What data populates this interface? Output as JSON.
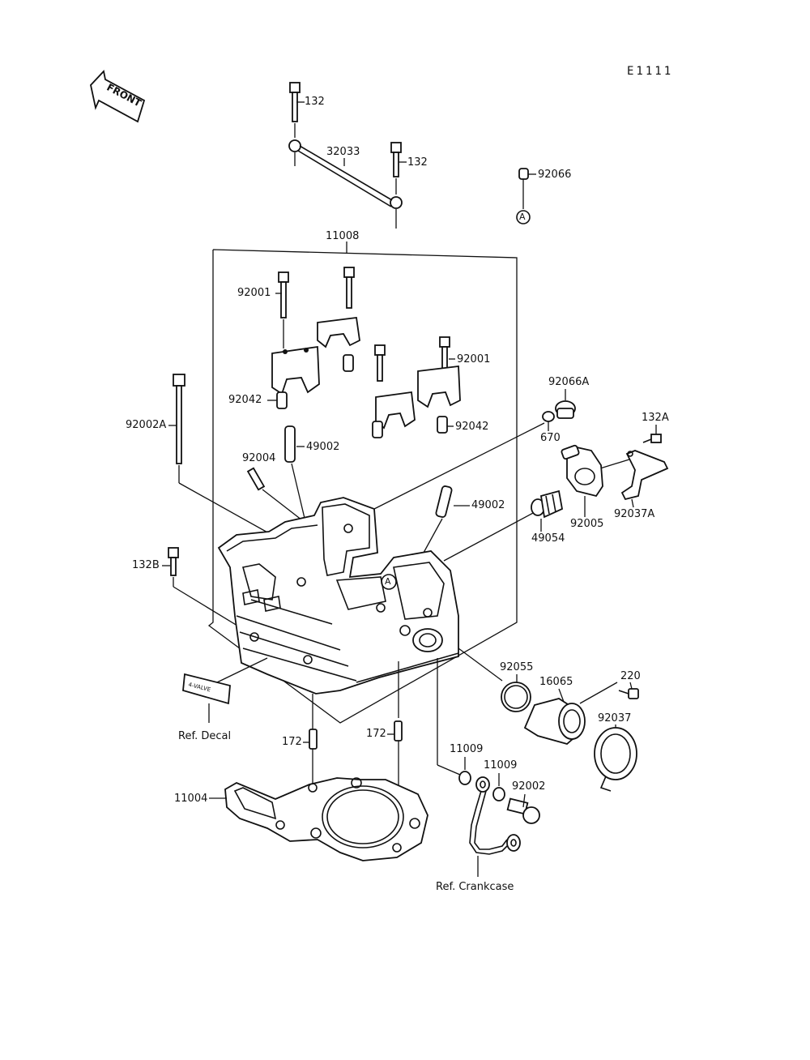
{
  "diagram_code": "E1111",
  "front_arrow": {
    "label": "FRONT"
  },
  "callouts": {
    "a_top": "A",
    "a_head": "A"
  },
  "parts": {
    "p132_a": "132",
    "p32033": "32033",
    "p132_b": "132",
    "p92066": "92066",
    "p11008": "11008",
    "p92001_a": "92001",
    "p92001_b": "92001",
    "p92042_a": "92042",
    "p92042_b": "92042",
    "p92002A": "92002A",
    "p49002_a": "49002",
    "p49002_b": "49002",
    "p92004": "92004",
    "p92066A": "92066A",
    "p670": "670",
    "p132A": "132A",
    "p49054": "49054",
    "p92005": "92005",
    "p92037A": "92037A",
    "p132B": "132B",
    "p92055": "92055",
    "p16065": "16065",
    "p220": "220",
    "p92037": "92037",
    "p172_a": "172",
    "p172_b": "172",
    "p11009_a": "11009",
    "p11009_b": "11009",
    "p92002": "92002",
    "p11004": "11004"
  },
  "references": {
    "decal": "Ref. Decal",
    "crankcase": "Ref. Crankcase"
  },
  "decal_text": "4-VALVE"
}
